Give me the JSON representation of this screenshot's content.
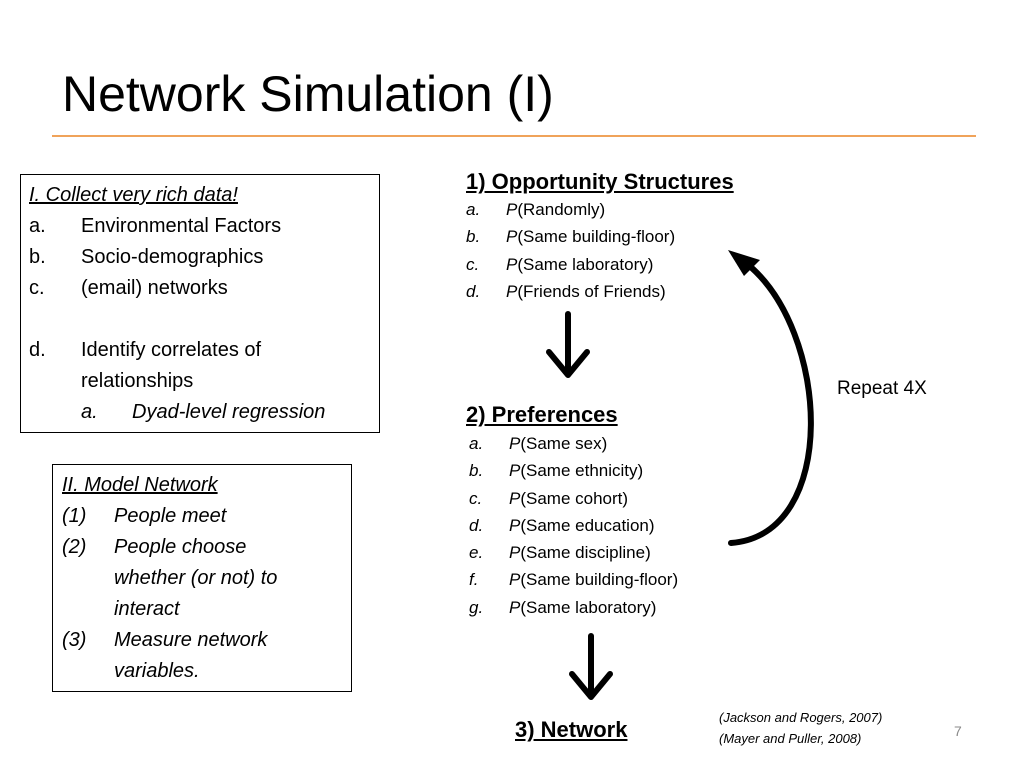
{
  "slide": {
    "title": "Network Simulation (I)",
    "page_number": "7"
  },
  "box1": {
    "heading": "I. Collect very rich data!",
    "items": [
      {
        "marker": "a.",
        "text": "Environmental Factors"
      },
      {
        "marker": "b.",
        "text": "Socio-demographics"
      },
      {
        "marker": "c.",
        "text": "(email) networks"
      }
    ],
    "item_d": {
      "marker": "d.",
      "line1": "Identify correlates of",
      "line2": "relationships"
    },
    "subitem": {
      "marker": "a.",
      "text": "Dyad-level regression"
    }
  },
  "box2": {
    "heading": "II. Model Network",
    "items": [
      {
        "marker": "(1)",
        "lines": [
          "People meet"
        ]
      },
      {
        "marker": "(2)",
        "lines": [
          "People choose",
          "whether (or not) to",
          "interact"
        ]
      },
      {
        "marker": "(3)",
        "lines": [
          "Measure network",
          "variables."
        ]
      }
    ]
  },
  "opportunity": {
    "heading": "1) Opportunity Structures",
    "items": [
      {
        "marker": "a.",
        "p": "P",
        "text": "(Randomly)"
      },
      {
        "marker": "b.",
        "p": "P",
        "text": "(Same building-floor)"
      },
      {
        "marker": "c.",
        "p": "P",
        "text": "(Same laboratory)"
      },
      {
        "marker": "d.",
        "p": "P",
        "text": "(Friends of Friends)"
      }
    ]
  },
  "preferences": {
    "heading": "2) Preferences",
    "items": [
      {
        "marker": "a.",
        "p": "P",
        "text": "(Same sex)"
      },
      {
        "marker": "b.",
        "p": "P",
        "text": "(Same ethnicity)"
      },
      {
        "marker": "c.",
        "p": "P",
        "text": "(Same cohort)"
      },
      {
        "marker": "d.",
        "p": "P",
        "text": "(Same education)"
      },
      {
        "marker": "e.",
        "p": "P",
        "text": "(Same discipline)"
      },
      {
        "marker": "f.",
        "p": "P",
        "text": "(Same building-floor)"
      },
      {
        "marker": "g.",
        "p": "P",
        "text": "(Same laboratory)"
      }
    ]
  },
  "network": {
    "heading": "3) Network"
  },
  "repeat_label": "Repeat 4X",
  "citations": [
    "(Jackson and Rogers, 2007)",
    "(Mayer and Puller, 2008)"
  ],
  "colors": {
    "title_rule": "#f0a35a",
    "page_number": "#8a8a8a"
  }
}
